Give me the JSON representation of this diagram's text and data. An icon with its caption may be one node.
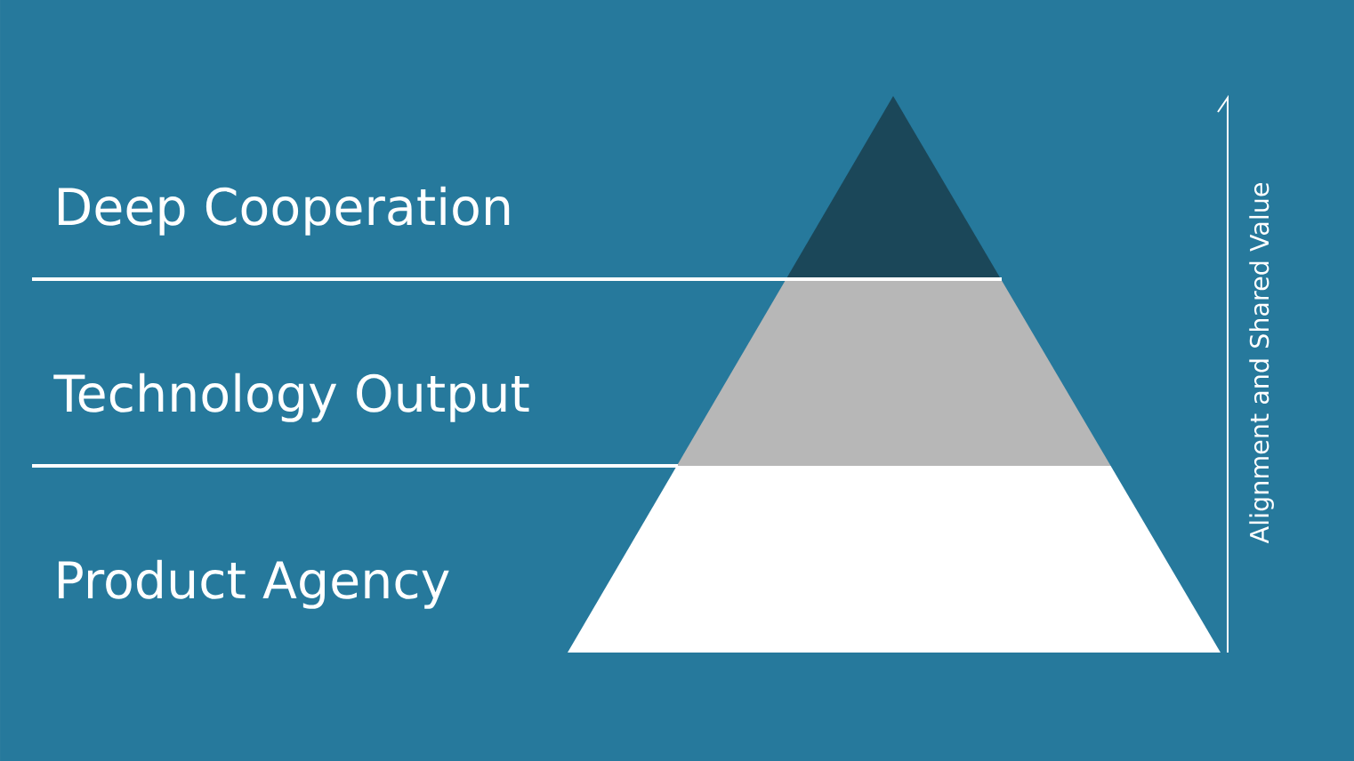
{
  "diagram": {
    "nodes": [
      {
        "text": [],
        "shape": "triangle"
      },
      {
        "text": [],
        "shape": "trapezoid"
      },
      {
        "text": [],
        "shape": "trapezoid"
      }
    ],
    "labels": [
      "Deep Cooperation",
      "Technology Output",
      "Product Agency",
      "Alignment and Shared Value"
    ]
  }
}
